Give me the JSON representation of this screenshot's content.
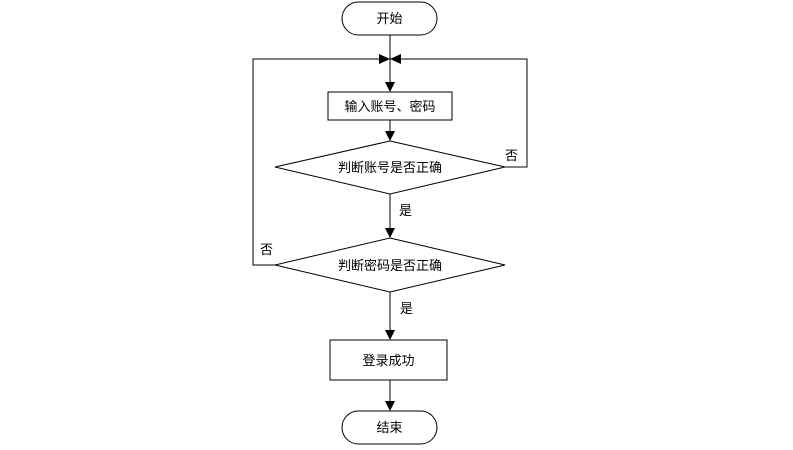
{
  "flowchart": {
    "nodes": {
      "start": "开始",
      "input": "输入账号、密码",
      "check_account": "判断账号是否正确",
      "check_password": "判断密码是否正确",
      "login_success": "登录成功",
      "end": "结束"
    },
    "edge_labels": {
      "account_no": "否",
      "account_yes": "是",
      "password_no": "否",
      "password_yes": "是"
    }
  }
}
